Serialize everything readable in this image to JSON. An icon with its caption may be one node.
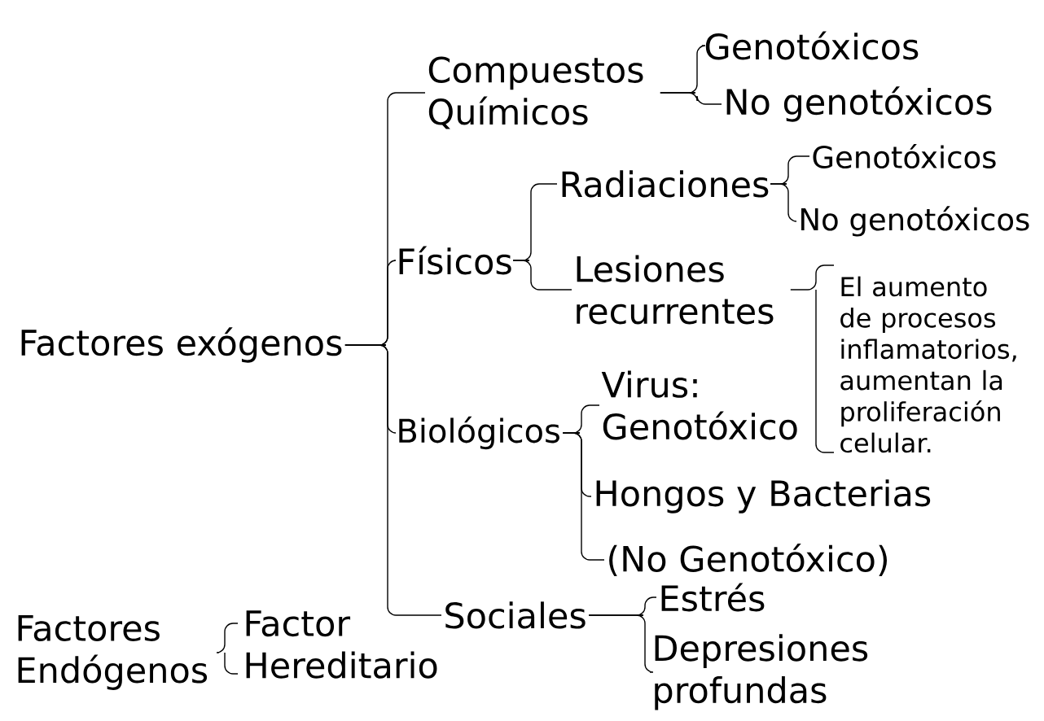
{
  "diagram": {
    "nodes": [
      {
        "text": [
          "Factores exógenos"
        ]
      },
      {
        "text": [
          "Compuestos Químicos"
        ]
      },
      {
        "text": [
          "Genotóxicos"
        ]
      },
      {
        "text": [
          "No genotóxicos"
        ]
      },
      {
        "text": [
          "Físicos"
        ]
      },
      {
        "text": [
          "Radiaciones"
        ]
      },
      {
        "text": [
          "Genotóxicos"
        ]
      },
      {
        "text": [
          "No genotóxicos"
        ]
      },
      {
        "text": [
          "Lesiones recurrentes"
        ]
      },
      {
        "text": [
          "El aumento de procesos inflamatorios, aumentan la proliferación celular."
        ]
      },
      {
        "text": [
          "Biológicos"
        ]
      },
      {
        "text": [
          "Virus: Genotóxico"
        ]
      },
      {
        "text": [
          "Hongos y Bacterias"
        ]
      },
      {
        "text": [
          "(No Genotóxico)"
        ]
      },
      {
        "text": [
          "Sociales"
        ]
      },
      {
        "text": [
          "Estrés"
        ]
      },
      {
        "text": [
          "Depresiones profundas"
        ]
      },
      {
        "text": [
          "Factores Endógenos"
        ]
      },
      {
        "text": [
          "Factor Hereditario"
        ]
      }
    ],
    "edges": [
      {
        "from": 0,
        "to": 1,
        "arrow": "none"
      },
      {
        "from": 0,
        "to": 4,
        "arrow": "none"
      },
      {
        "from": 0,
        "to": 10,
        "arrow": "none"
      },
      {
        "from": 0,
        "to": 14,
        "arrow": "none"
      },
      {
        "from": 1,
        "to": 2,
        "arrow": "none"
      },
      {
        "from": 1,
        "to": 3,
        "arrow": "none"
      },
      {
        "from": 4,
        "to": 5,
        "arrow": "none"
      },
      {
        "from": 4,
        "to": 8,
        "arrow": "none"
      },
      {
        "from": 5,
        "to": 6,
        "arrow": "none"
      },
      {
        "from": 5,
        "to": 7,
        "arrow": "none"
      },
      {
        "from": 8,
        "to": 9,
        "arrow": "none"
      },
      {
        "from": 10,
        "to": 11,
        "arrow": "none"
      },
      {
        "from": 10,
        "to": 12,
        "arrow": "none"
      },
      {
        "from": 10,
        "to": 13,
        "arrow": "none"
      },
      {
        "from": 14,
        "to": 15,
        "arrow": "none"
      },
      {
        "from": 14,
        "to": 16,
        "arrow": "none"
      },
      {
        "from": 17,
        "to": 18,
        "arrow": "none"
      }
    ]
  }
}
